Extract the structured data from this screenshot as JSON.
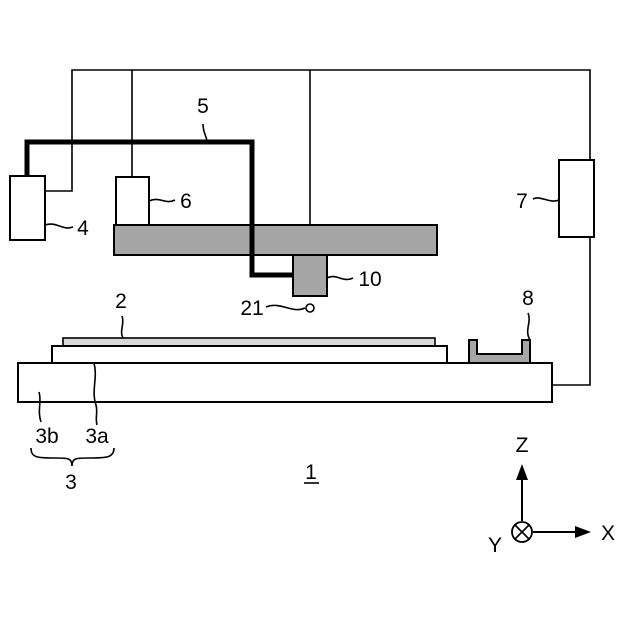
{
  "figure": {
    "labels": {
      "ref_1": "1",
      "ref_2": "2",
      "ref_3": "3",
      "ref_3a": "3a",
      "ref_3b": "3b",
      "ref_4": "4",
      "ref_5": "5",
      "ref_6": "6",
      "ref_7": "7",
      "ref_8": "8",
      "ref_10": "10",
      "ref_21": "21"
    },
    "axes": {
      "z": "Z",
      "x": "X",
      "y": "Y"
    },
    "colors": {
      "line": "#000000",
      "beam_fill": "#a6a6a6",
      "plate_fill": "#d9d9d9",
      "background": "#ffffff"
    }
  }
}
